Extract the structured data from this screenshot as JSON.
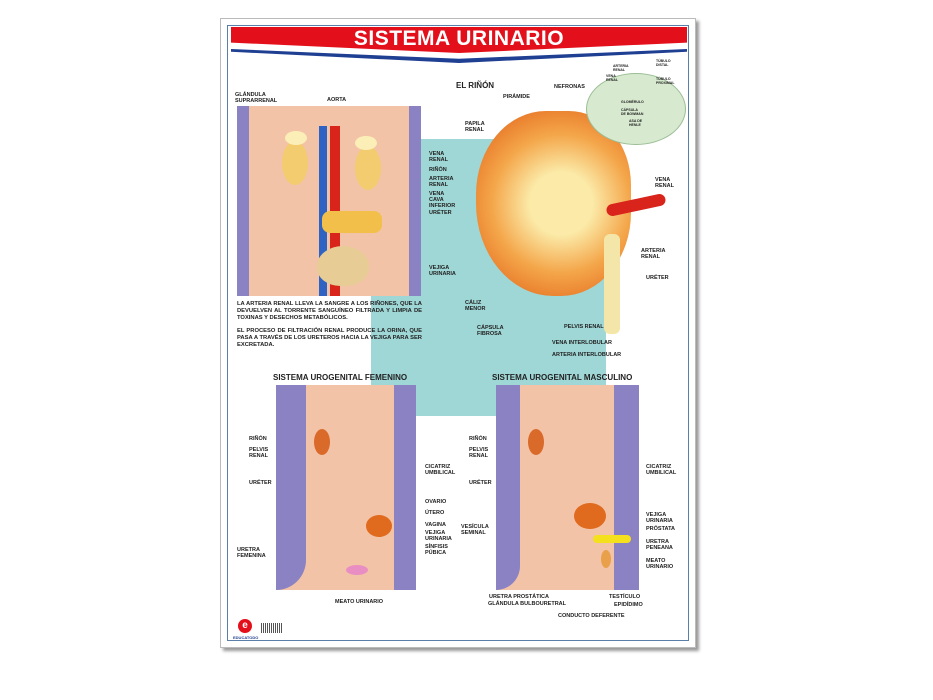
{
  "title": "SISTEMA URINARIO",
  "top_left": {
    "labels": [
      "GLÁNDULA\nSUPRARRENAL",
      "AORTA",
      "VENA\nRENAL",
      "RIÑÓN",
      "ARTERIA\nRENAL",
      "VENA\nCAVA\nINFERIOR",
      "URÉTER",
      "VEJIGA\nURINARIA"
    ],
    "paragraphs": [
      "LA ARTERIA RENAL LLEVA LA SANGRE A LOS RIÑONES, QUE LA DEVUELVEN AL TORRENTE SANGUÍNEO FILTRADA Y LIMPIA DE TOXINAS Y DESECHOS METABÓLICOS.",
      "EL PROCESO DE FILTRACIÓN RENAL PRODUCE LA ORINA, QUE PASA A TRAVÉS DE LOS URETEROS HACIA LA VEJIGA PARA SER EXCRETADA."
    ]
  },
  "kidney": {
    "heading": "EL RIÑÓN",
    "labels": [
      "PIRÁMIDE",
      "PAPILA\nRENAL",
      "NEFRONAS",
      "VENA\nRENAL",
      "ARTERIA\nRENAL",
      "URÉTER",
      "CÁLIZ\nMENOR",
      "CÁPSULA\nFIBROSA",
      "PELVIS RENAL",
      "VENA INTERLOBULAR",
      "ARTERIA INTERLOBULAR"
    ],
    "nephron_labels": [
      "ARTERIA\nRENAL",
      "VENA\nRENAL",
      "TÚBULO\nDISTAL",
      "TÚBULO\nPROXIMAL",
      "GLOMÉRULO",
      "CÁPSULA\nDE BOWMAN",
      "ASA DE\nHENLE"
    ]
  },
  "female": {
    "heading": "SISTEMA UROGENITAL FEMENINO",
    "labels": [
      "RIÑÓN",
      "PELVIS\nRENAL",
      "URÉTER",
      "URETRA\nFEMENINA",
      "CICATRIZ\nUMBILICAL",
      "OVARIO",
      "ÚTERO",
      "VAGINA",
      "VEJIGA\nURINARIA",
      "SÍNFISIS\nPÚBICA",
      "MEATO URINARIO"
    ]
  },
  "male": {
    "heading": "SISTEMA UROGENITAL MASCULINO",
    "labels": [
      "RIÑÓN",
      "PELVIS\nRENAL",
      "URÉTER",
      "VESÍCULA\nSEMINAL",
      "CICATRIZ\nUMBILICAL",
      "VEJIGA\nURINARIA",
      "PRÓSTATA",
      "URETRA\nPENEANA",
      "MEATO\nURINARIO",
      "URETRA PROSTÁTICA",
      "GLÁNDULA BULBOURETRAL",
      "TESTÍCULO",
      "EPIDÍDIMO",
      "CONDUCTO DEFERENTE"
    ]
  },
  "footer": {
    "brand": "EDUCATODO"
  },
  "colors": {
    "banner": "#e3101b",
    "banner_stripe": "#1f3f93",
    "teal": "#9fd7d6",
    "skin": "#f3c3a8",
    "side": "#8b82c4"
  }
}
